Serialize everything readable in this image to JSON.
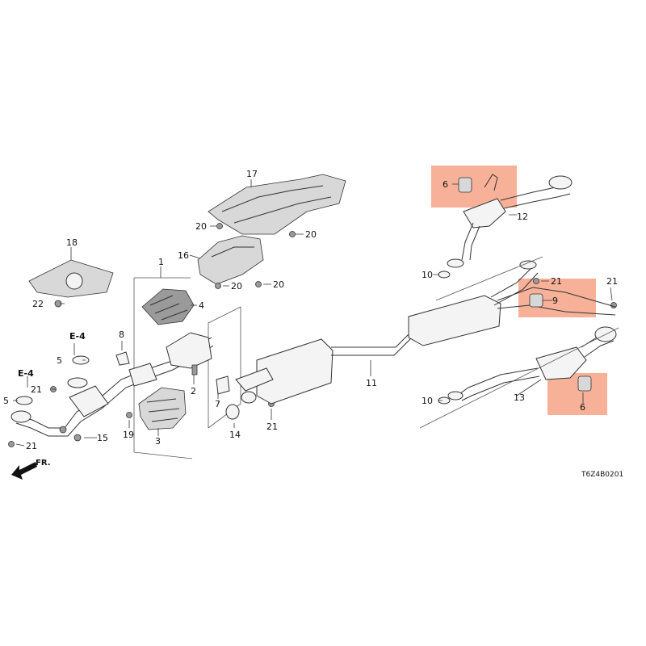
{
  "diagram": {
    "ref_code": "T6Z4B0201",
    "front_marker": "FR.",
    "highlight_color": "#f6a98d",
    "labels": {
      "p1": "1",
      "p2": "2",
      "p3": "3",
      "p4": "4",
      "p5a": "5",
      "p5b": "5",
      "p6a": "6",
      "p6b": "6",
      "p7": "7",
      "p8": "8",
      "p9": "9",
      "p10a": "10",
      "p10b": "10",
      "p11": "11",
      "p12": "12",
      "p13": "13",
      "p14": "14",
      "p15": "15",
      "p16": "16",
      "p17": "17",
      "p18": "18",
      "p19": "19",
      "p20a": "20",
      "p20b": "20",
      "p20c": "20",
      "p20d": "20",
      "p21a": "21",
      "p21b": "21",
      "p21c": "21",
      "p21d": "21",
      "p21e": "21",
      "p22": "22",
      "e4a": "E-4",
      "e4b": "E-4"
    }
  }
}
